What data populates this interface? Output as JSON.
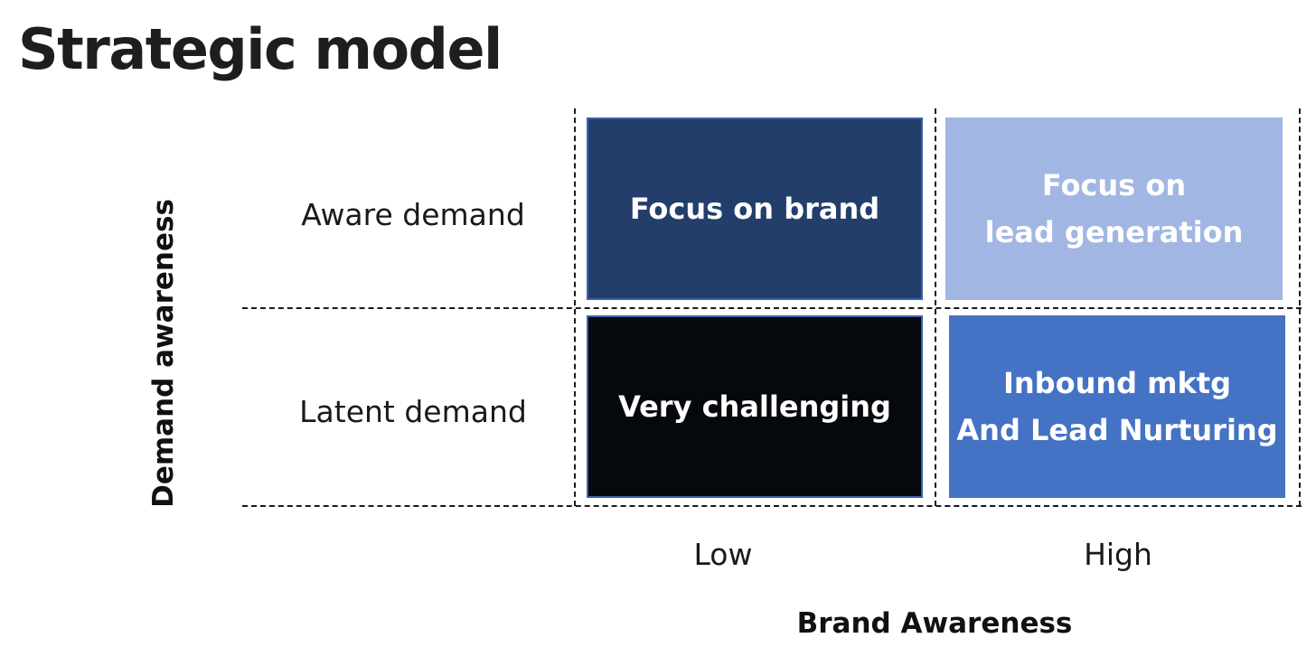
{
  "title": "Strategic model",
  "axes": {
    "y_title": "Demand awareness",
    "x_title": "Brand Awareness"
  },
  "rows": [
    "Aware demand",
    "Latent demand"
  ],
  "columns": [
    "Low",
    "High"
  ],
  "cells": {
    "aware_low": {
      "text": "Focus on brand",
      "color": "#233E6B"
    },
    "aware_high": {
      "text": "Focus on\nlead generation",
      "color": "#A1B6E2"
    },
    "latent_low": {
      "text": "Very challenging",
      "color": "#05080D"
    },
    "latent_high": {
      "text": "Inbound  mktg\nAnd Lead Nurturing",
      "color": "#4472C4"
    }
  }
}
